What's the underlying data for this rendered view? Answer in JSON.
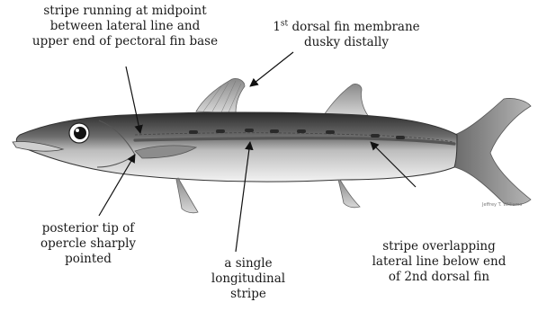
{
  "annotations": {
    "stripe_midpoint": [
      "stripe running at midpoint",
      "between lateral line and",
      "upper end of pectoral fin base"
    ],
    "dorsal_membrane": {
      "ordinal_number": "1",
      "ordinal_suffix": "st",
      "line1_rest": " dorsal fin membrane",
      "line2": "dusky distally"
    },
    "opercle_tip": [
      "posterior tip of",
      "opercle sharply",
      "pointed"
    ],
    "single_stripe": [
      "a single",
      "longitudinal",
      "stripe"
    ],
    "stripe_overlap": [
      "stripe overlapping",
      "lateral line below end",
      "of 2nd dorsal fin"
    ]
  },
  "artist_signature": "Jeffrey T. Williams"
}
